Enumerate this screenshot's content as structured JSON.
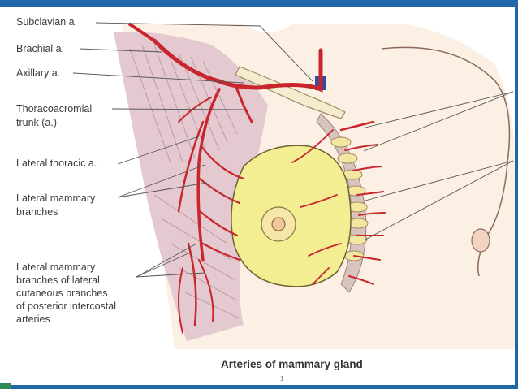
{
  "labels": {
    "subclavian": "Subclavian a.",
    "brachial": "Brachial a.",
    "axillary": "Axillary a.",
    "thoracoacromial_line1": "Thoracoacromial",
    "thoracoacromial_line2": "trunk (a.)",
    "lateral_thoracic": "Lateral thoracic a.",
    "lateral_mammary_line1": "Lateral mammary",
    "lateral_mammary_line2": "branches",
    "lat_cut_line1": "Lateral mammary",
    "lat_cut_line2": "branches of lateral",
    "lat_cut_line3": "cutaneous branches",
    "lat_cut_line4": "of posterior intercostal",
    "lat_cut_line5": "arteries"
  },
  "caption": "Arteries of mammary gland",
  "page_number": "1",
  "colors": {
    "frame": "#1f67a8",
    "artery": "#c8262c",
    "gland": "#f3ee92",
    "muscle": "#e4c9d0",
    "skin": "#fcefe4"
  }
}
